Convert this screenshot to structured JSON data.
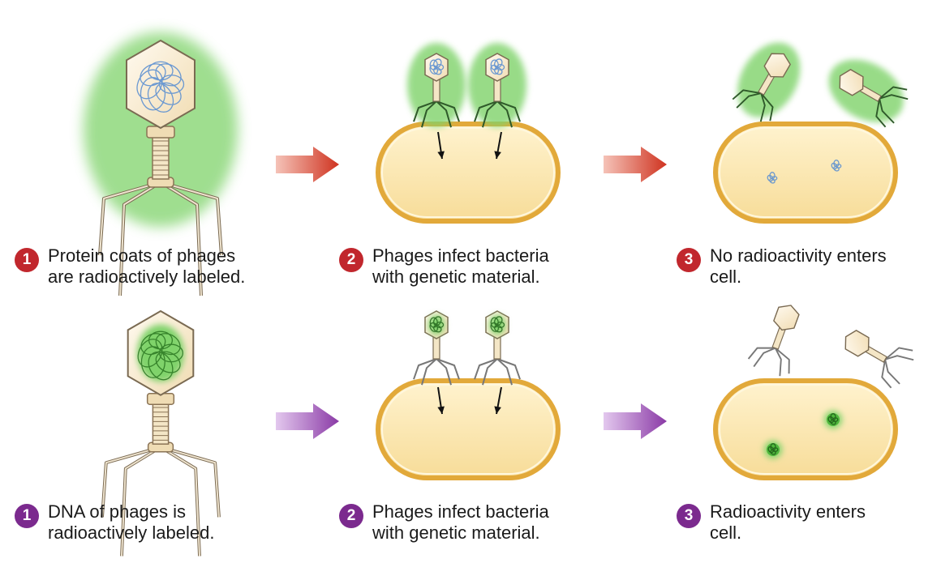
{
  "rows": [
    {
      "theme": "protein",
      "steps": [
        {
          "number": "1",
          "line1": "Protein coats of phages",
          "line2": "are radioactively labeled."
        },
        {
          "number": "2",
          "line1": "Phages infect bacteria",
          "line2": "with genetic material."
        },
        {
          "number": "3",
          "line1": "No radioactivity enters",
          "line2": "cell."
        }
      ]
    },
    {
      "theme": "dna",
      "steps": [
        {
          "number": "1",
          "line1": "DNA of phages is",
          "line2": "radioactively labeled."
        },
        {
          "number": "2",
          "line1": "Phages infect bacteria",
          "line2": "with genetic material."
        },
        {
          "number": "3",
          "line1": "Radioactivity enters",
          "line2": "cell."
        }
      ]
    }
  ],
  "colors": {
    "badge_red": "#c1272d",
    "badge_purple": "#7b2a8e",
    "radioactive_green": "#7fd36a",
    "dna_blue": "#5b8fd0",
    "cell_fill": "#fbe6a8",
    "cell_outline": "#e2a93a",
    "arrow_red": "#d8402a",
    "arrow_purple": "#9a4fb0"
  },
  "icons": [
    "phage-icon",
    "bacterium-icon",
    "arrow-right-icon",
    "injection-arrow-icon",
    "dna-icon"
  ]
}
